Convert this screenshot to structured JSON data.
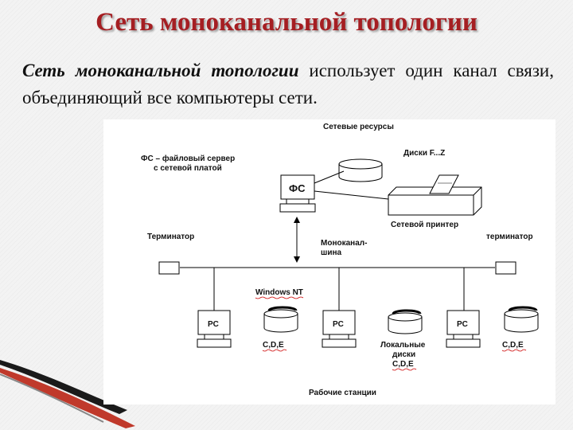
{
  "title": "Сеть моноканальной топологии",
  "paragraph": {
    "emphasis": "Сеть моноканальной топологии",
    "rest": " использует один канал связи, объединяющий все компьютеры сети."
  },
  "diagram": {
    "network_resources": "Сетевые ресурсы",
    "fs_caption_line1": "ФС – файловый сервер",
    "fs_caption_line2": "с сетевой платой",
    "fs_label": "ФС",
    "disks_label": "Диски F...Z",
    "printer_label": "Сетевой принтер",
    "terminator_left": "Терминатор",
    "terminator_right": "терминатор",
    "bus_label_line1": "Моноканал-",
    "bus_label_line2": "шина",
    "os_label": "Windows NT",
    "pc_label": "PC",
    "local_disks_left": "C,D,E",
    "local_disks_mid_line1": "Локальные",
    "local_disks_mid_line2": "диски",
    "local_disks_mid_line3": "C,D,E",
    "local_disks_right": "C,D,E",
    "workstations": "Рабочие станции"
  },
  "colors": {
    "title": "#a51e22",
    "line": "#000000",
    "underline": "#cc0000",
    "deco_red": "#c0392b"
  }
}
